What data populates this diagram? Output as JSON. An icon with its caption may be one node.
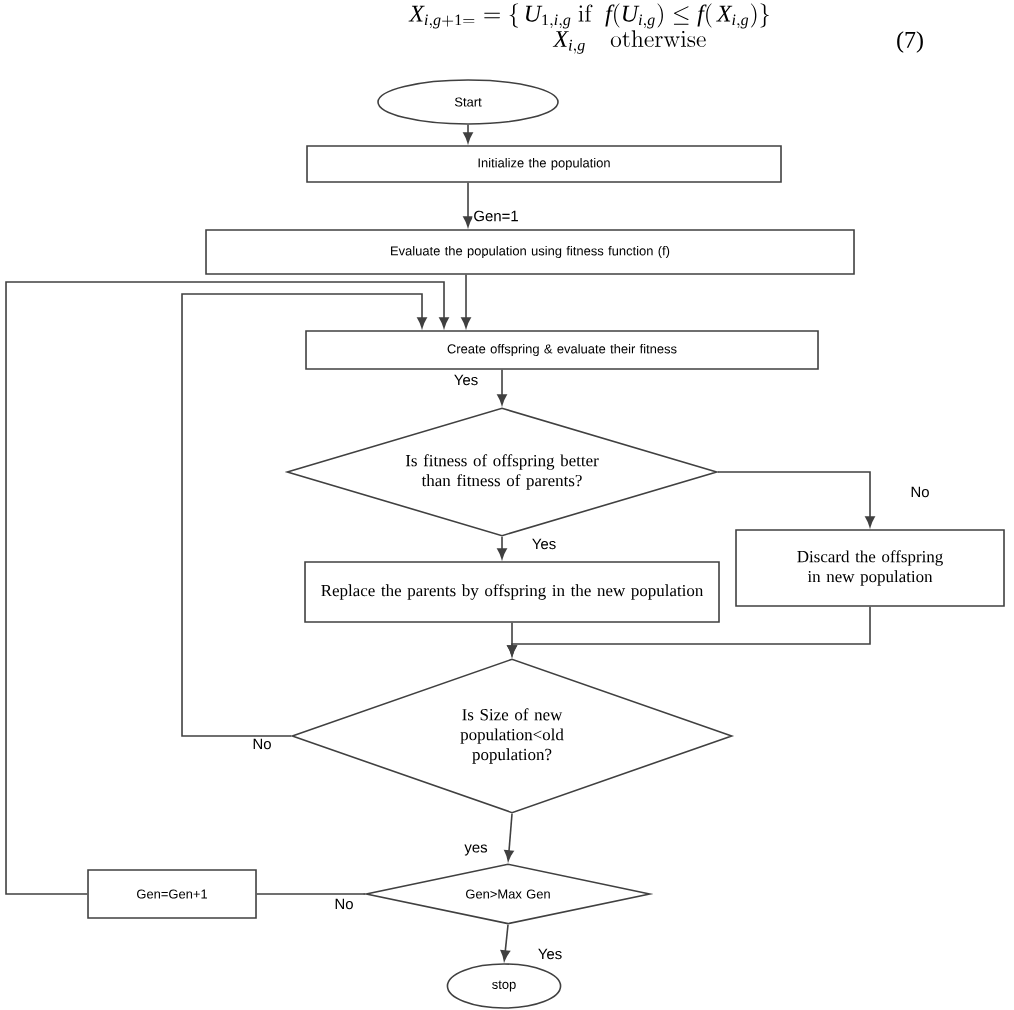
{
  "diagram": {
    "nodes": [
      {
        "text": [
          "Start"
        ]
      },
      {
        "text": [
          "Initialize the population"
        ]
      },
      {
        "text": [
          "Evaluate the population using fitness function (f)"
        ]
      },
      {
        "text": [
          "Create offspring & evaluate their fitness"
        ]
      },
      {
        "text": [
          "Is fitness of offspring better than fitness of parents?"
        ]
      },
      {
        "text": [
          "Replace the parents by offspring in the new population"
        ]
      },
      {
        "text": [
          "Discard the offspring in new population"
        ]
      },
      {
        "text": [
          "Is Size of new population<old population?"
        ]
      },
      {
        "text": [
          "Gen>Max Gen"
        ]
      },
      {
        "text": [
          "Gen=Gen+1"
        ]
      },
      {
        "text": [
          "stop"
        ]
      }
    ],
    "edges": [
      {
        "from": 0,
        "to": 1,
        "arrow": "to"
      },
      {
        "from": 1,
        "to": 2,
        "arrow": "to",
        "label": "Gen=1"
      },
      {
        "from": 2,
        "to": 3,
        "arrow": "to"
      },
      {
        "from": 3,
        "to": 4,
        "arrow": "to",
        "label": "Yes"
      },
      {
        "from": 4,
        "to": 5,
        "arrow": "to",
        "label": "Yes"
      },
      {
        "from": 4,
        "to": 6,
        "arrow": "to",
        "label": "No"
      },
      {
        "from": 5,
        "to": 7,
        "arrow": "to"
      },
      {
        "from": 6,
        "to": 7,
        "arrow": "to"
      },
      {
        "from": 7,
        "to": 3,
        "arrow": "to",
        "label": "No"
      },
      {
        "from": 7,
        "to": 8,
        "arrow": "to",
        "label": "yes"
      },
      {
        "from": 8,
        "to": 9,
        "arrow": "none",
        "label": "No"
      },
      {
        "from": 9,
        "to": 3,
        "arrow": "to"
      },
      {
        "from": 8,
        "to": 10,
        "arrow": "to",
        "label": "Yes"
      }
    ],
    "labels": [
      "X_{i,g+1=} = \\{\\, U_{1,i,g}\\ \\mathrm{if}\\ \\ f(U_{i,g}) \\le f(\\,X_{i,g})\\}",
      "X_{i,g}\\quad \\mathrm{otherwise}",
      "(7)"
    ]
  }
}
